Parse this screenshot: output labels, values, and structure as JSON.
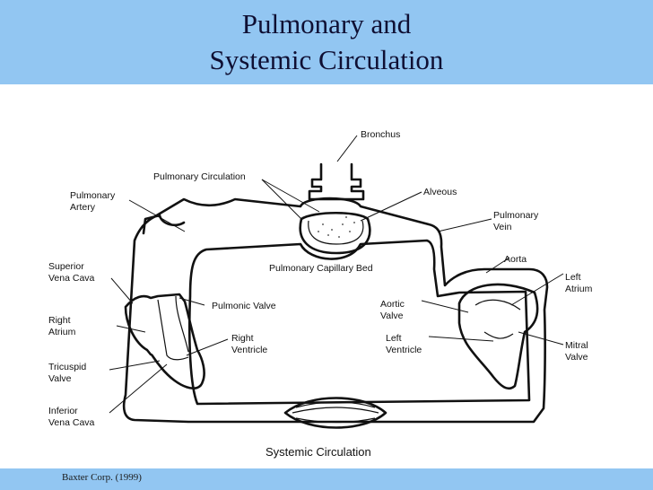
{
  "slide": {
    "title_line1": "Pulmonary and",
    "title_line2": "Systemic Circulation",
    "credit": "Baxter Corp. (1999)"
  },
  "diagram": {
    "labels": {
      "bronchus": "Bronchus",
      "pulmonary_circulation": "Pulmonary Circulation",
      "pulmonary_artery_1": "Pulmonary",
      "pulmonary_artery_2": "Artery",
      "alveous": "Alveous",
      "pulmonary_vein_1": "Pulmonary",
      "pulmonary_vein_2": "Vein",
      "pulmonary_capillary_bed": "Pulmonary Capillary Bed",
      "aorta": "Aorta",
      "superior_vena_cava_1": "Superior",
      "superior_vena_cava_2": "Vena Cava",
      "pulmonic_valve": "Pulmonic Valve",
      "left_atrium_1": "Left",
      "left_atrium_2": "Atrium",
      "right_atrium_1": "Right",
      "right_atrium_2": "Atrium",
      "aortic_valve_1": "Aortic",
      "aortic_valve_2": "Valve",
      "right_ventricle_1": "Right",
      "right_ventricle_2": "Ventricle",
      "left_ventricle_1": "Left",
      "left_ventricle_2": "Ventricle",
      "mitral_valve_1": "Mitral",
      "mitral_valve_2": "Valve",
      "tricuspid_valve_1": "Tricuspid",
      "tricuspid_valve_2": "Valve",
      "inferior_vena_cava_1": "Inferior",
      "inferior_vena_cava_2": "Vena Cava",
      "systemic_circulation": "Systemic Circulation"
    }
  }
}
